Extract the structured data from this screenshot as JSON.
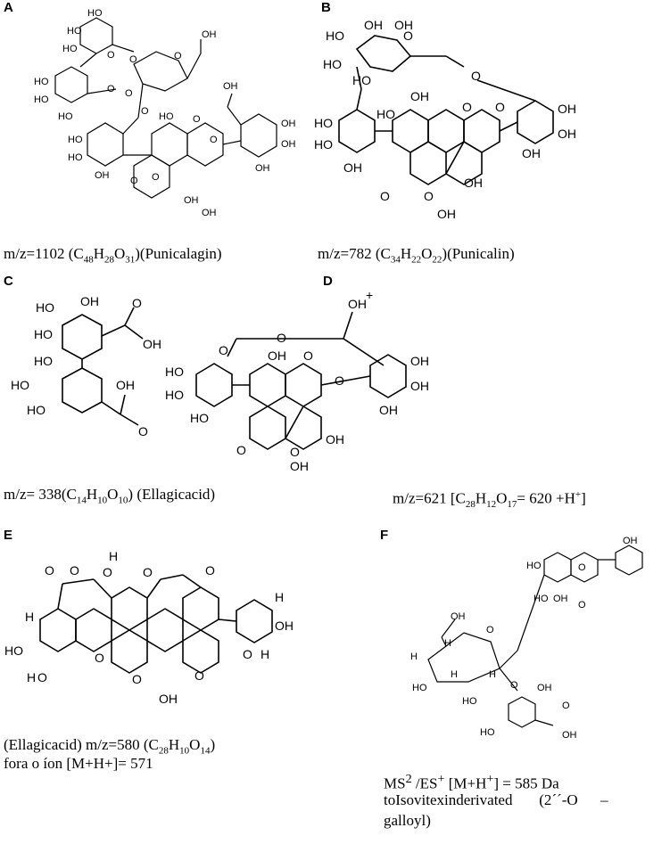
{
  "panels": {
    "A": {
      "letter": "A",
      "caption": {
        "prefix": "m/z=1102 (C",
        "c": "48",
        "h_label": "H",
        "h": "28",
        "o_label": "O",
        "o": "31",
        "suffix": ")(Punicalagin)"
      }
    },
    "B": {
      "letter": "B",
      "caption": {
        "prefix": "m/z=782 (C",
        "c": "34",
        "h_label": "H",
        "h": "22",
        "o_label": "O",
        "o": "22",
        "suffix": ")(Punicalin)"
      }
    },
    "C": {
      "letter": "C",
      "caption": {
        "prefix": "m/z= 338(C",
        "c": "14",
        "h_label": "H",
        "h": "10",
        "o_label": "O",
        "o": "10",
        "suffix": ")  (Ellagicacid)"
      }
    },
    "D": {
      "letter": "D",
      "caption": {
        "prefix": "m/z=621 [C",
        "c": "28",
        "h_label": "H",
        "h": "12",
        "o_label": "O",
        "o": "17",
        "suffix": "= 620 +H",
        "sup": "+",
        "end": "]"
      }
    },
    "E": {
      "letter": "E",
      "caption_line1": {
        "prefix": "(Ellagicacid) m/z=580 (C",
        "c": "28",
        "h_label": "H",
        "h": "10",
        "o_label": "O",
        "o": "14",
        "suffix": ")"
      },
      "caption_line2": "fora o íon [M+H+]= 571"
    },
    "F": {
      "letter": "F",
      "caption_line1": {
        "ms": "MS",
        "ms_sup": "2",
        "es": " /ES",
        "es_sup": "+",
        "rest": "  [M+H",
        "rest_sup": "+",
        "tail": "]   =   585   Da"
      },
      "caption_line2": "toIsovitexinderivated       (2´´-O      –",
      "caption_line3": "galloyl)"
    }
  },
  "atom_labels": {
    "oh": "OH",
    "ho": "HO",
    "o": "O",
    "h": "H",
    "oh_plus": "OH",
    "plus": "+"
  }
}
